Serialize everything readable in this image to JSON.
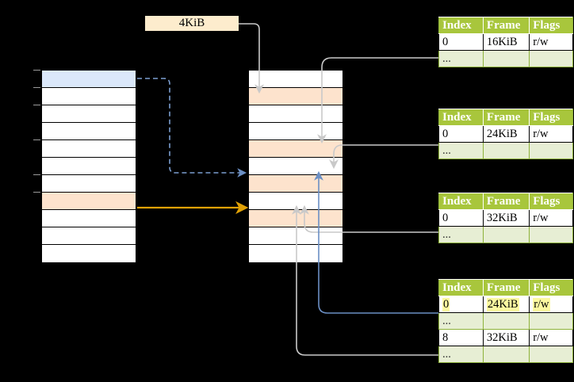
{
  "diagram": {
    "title_label": "4KiB",
    "colors": {
      "header_green": "#a8c63c",
      "ellipsis_row": "#e7eed4",
      "highlight_yellow": "#fbf8a0",
      "peach_row": "#fde3cd",
      "blue_row": "#dbe8fa",
      "orange_arrow": "#e0a106",
      "blue_arrow": "#6b8fc4",
      "gray_arrow": "#c9c9c9"
    }
  },
  "virtual_column": {
    "name": "virtual-address-space",
    "rows": [
      {
        "fill": "blue"
      },
      {
        "fill": "white"
      },
      {
        "fill": "white"
      },
      {
        "fill": "white"
      },
      {
        "fill": "white"
      },
      {
        "fill": "white"
      },
      {
        "fill": "white"
      },
      {
        "fill": "peach"
      },
      {
        "fill": "white"
      },
      {
        "fill": "white"
      },
      {
        "fill": "white"
      }
    ]
  },
  "physical_column": {
    "name": "physical-memory",
    "rows": [
      {
        "fill": "white"
      },
      {
        "fill": "peach"
      },
      {
        "fill": "white"
      },
      {
        "fill": "white"
      },
      {
        "fill": "peach"
      },
      {
        "fill": "white"
      },
      {
        "fill": "peach"
      },
      {
        "fill": "white"
      },
      {
        "fill": "peach"
      },
      {
        "fill": "white"
      },
      {
        "fill": "white"
      }
    ]
  },
  "tables": [
    {
      "name": "page-table-1",
      "headers": [
        "Index",
        "Frame",
        "Flags"
      ],
      "rows": [
        {
          "type": "data",
          "index": "0",
          "frame": "16KiB",
          "flags": "r/w",
          "highlight": false
        },
        {
          "type": "ellipsis",
          "index": "...",
          "frame": "",
          "flags": ""
        }
      ]
    },
    {
      "name": "page-table-2",
      "headers": [
        "Index",
        "Frame",
        "Flags"
      ],
      "rows": [
        {
          "type": "data",
          "index": "0",
          "frame": "24KiB",
          "flags": "r/w",
          "highlight": false
        },
        {
          "type": "ellipsis",
          "index": "...",
          "frame": "",
          "flags": ""
        }
      ]
    },
    {
      "name": "page-table-3",
      "headers": [
        "Index",
        "Frame",
        "Flags"
      ],
      "rows": [
        {
          "type": "data",
          "index": "0",
          "frame": "32KiB",
          "flags": "r/w",
          "highlight": false
        },
        {
          "type": "ellipsis",
          "index": "...",
          "frame": "",
          "flags": ""
        }
      ]
    },
    {
      "name": "page-table-4",
      "headers": [
        "Index",
        "Frame",
        "Flags"
      ],
      "rows": [
        {
          "type": "data",
          "index": "0",
          "frame": "24KiB",
          "flags": "r/w",
          "highlight": true
        },
        {
          "type": "ellipsis",
          "index": "...",
          "frame": "",
          "flags": ""
        },
        {
          "type": "data",
          "index": "8",
          "frame": "32KiB",
          "flags": "r/w",
          "highlight": false
        },
        {
          "type": "ellipsis",
          "index": "...",
          "frame": "",
          "flags": ""
        }
      ]
    }
  ]
}
